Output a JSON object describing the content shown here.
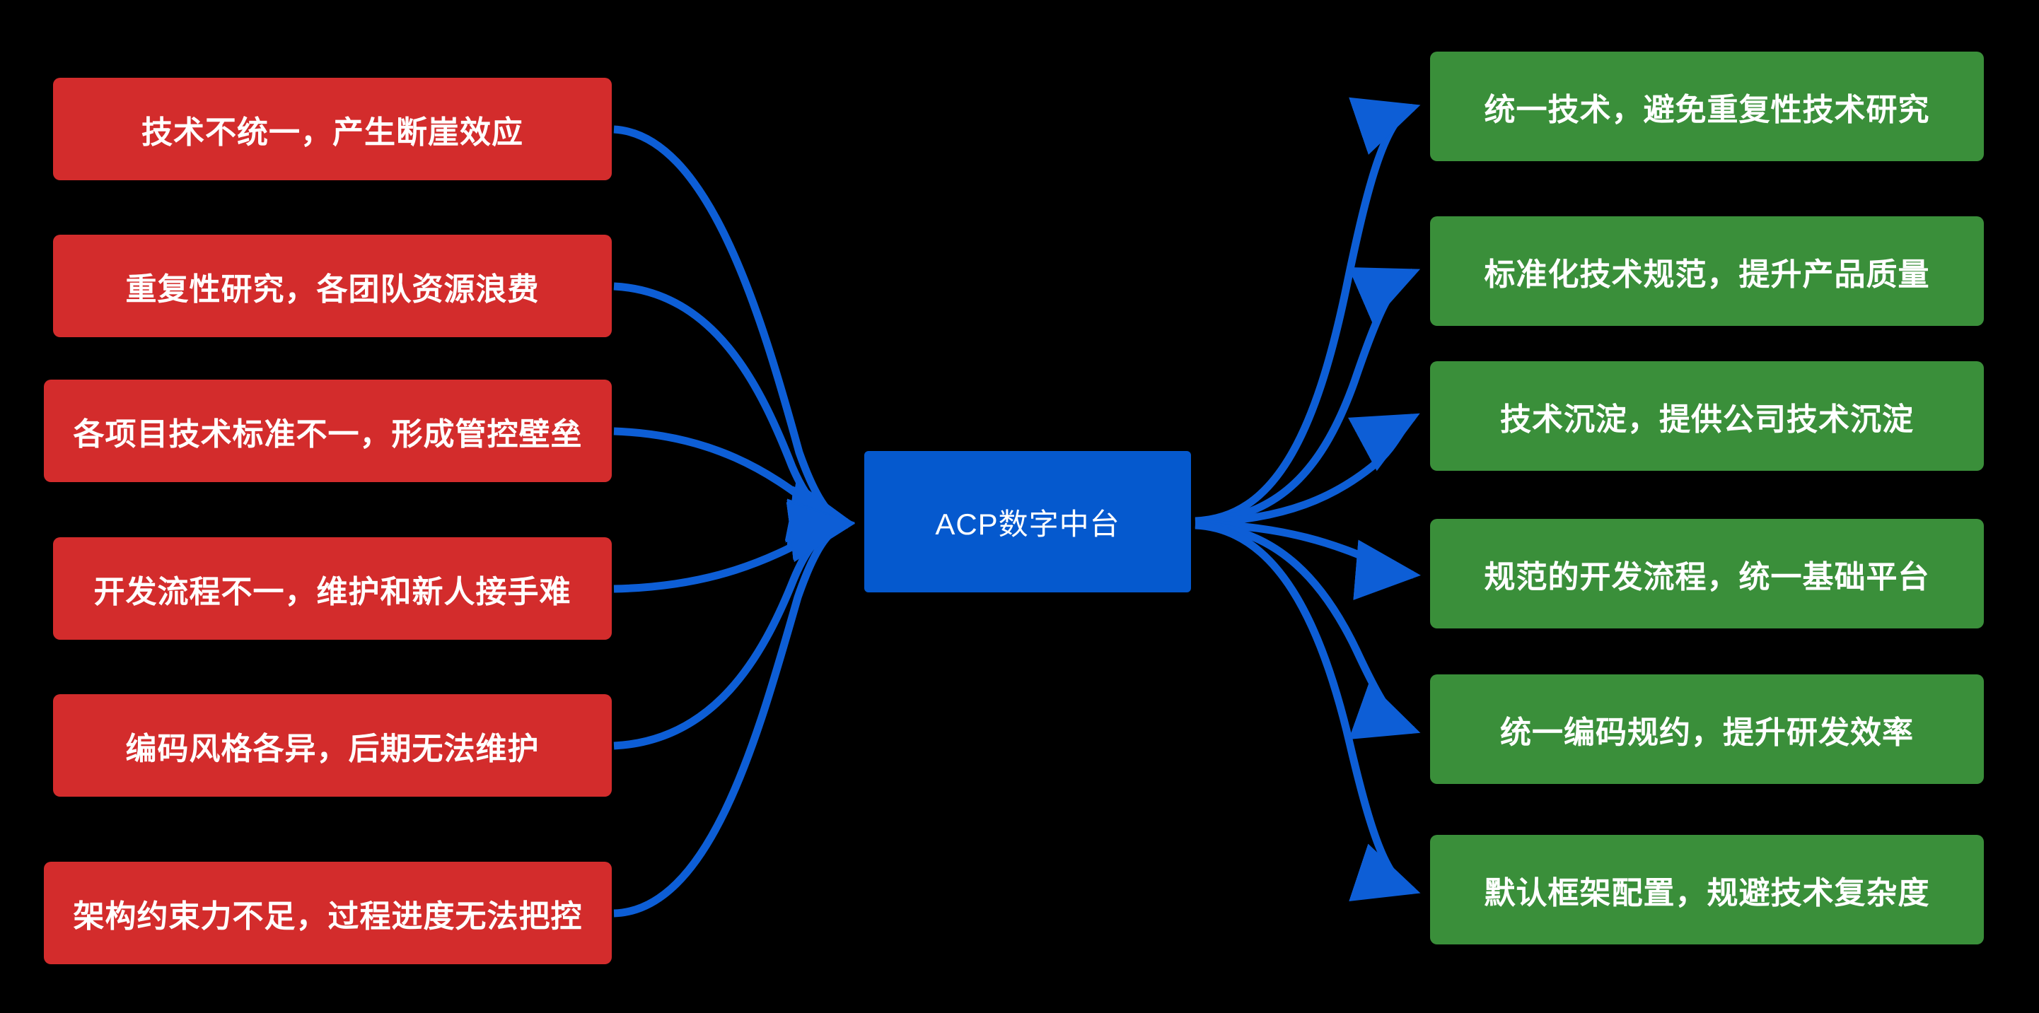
{
  "diagram": {
    "type": "mind-map",
    "title": "ACP数字中台",
    "background_color": "#000000",
    "colors": {
      "problem_node": "#d32c2c",
      "benefit_node": "#3a8f3a",
      "center_node": "#0559ce",
      "edge": "#0d5ed6",
      "text": "#ffffff"
    },
    "center": {
      "label": "ACP数字中台"
    },
    "problems": [
      {
        "label": "技术不统一，产生断崖效应"
      },
      {
        "label": "重复性研究，各团队资源浪费"
      },
      {
        "label": "各项目技术标准不一，形成管控壁垒"
      },
      {
        "label": "开发流程不一，维护和新人接手难"
      },
      {
        "label": "编码风格各异，后期无法维护"
      },
      {
        "label": "架构约束力不足，过程进度无法把控"
      }
    ],
    "benefits": [
      {
        "label": "统一技术，避免重复性技术研究"
      },
      {
        "label": "标准化技术规范，提升产品质量"
      },
      {
        "label": "技术沉淀，提供公司技术沉淀"
      },
      {
        "label": "规范的开发流程，统一基础平台"
      },
      {
        "label": "统一编码规约，提升研发效率"
      },
      {
        "label": "默认框架配置，规避技术复杂度"
      }
    ]
  }
}
